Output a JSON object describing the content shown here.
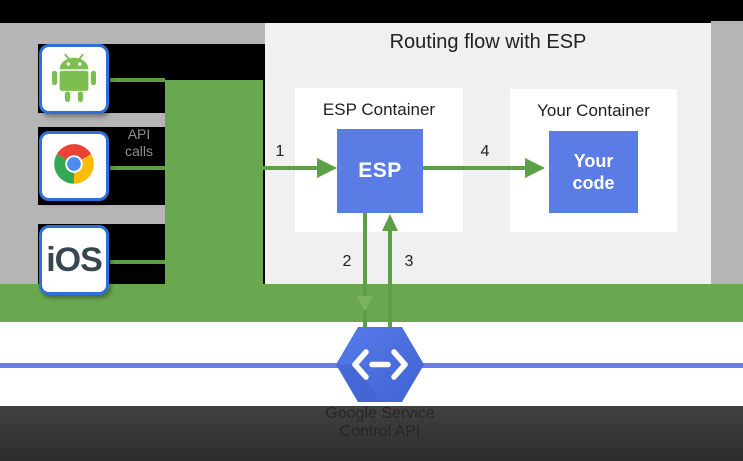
{
  "diagram": {
    "title": "Routing flow with ESP",
    "clients": {
      "ios_label": "iOS"
    },
    "api_calls": {
      "line1": "API",
      "line2": "calls"
    },
    "esp_container": {
      "title": "ESP Container",
      "label": "ESP"
    },
    "your_container": {
      "title": "Your Container",
      "label_line1": "Your",
      "label_line2": "code"
    },
    "steps": {
      "s1": "1",
      "s2": "2",
      "s3": "3",
      "s4": "4"
    },
    "service": {
      "line1": "Google Service",
      "line2": "Control API"
    },
    "colors": {
      "band_green": "#6aa84f",
      "arrow_green": "#5d9e46",
      "box_blue": "#5b7ce4",
      "line_blue": "#6381e6",
      "panel_gray": "#f0f0f0",
      "frame_gray": "#b5b5b5",
      "bar_dark": "#3a3a3a"
    }
  }
}
